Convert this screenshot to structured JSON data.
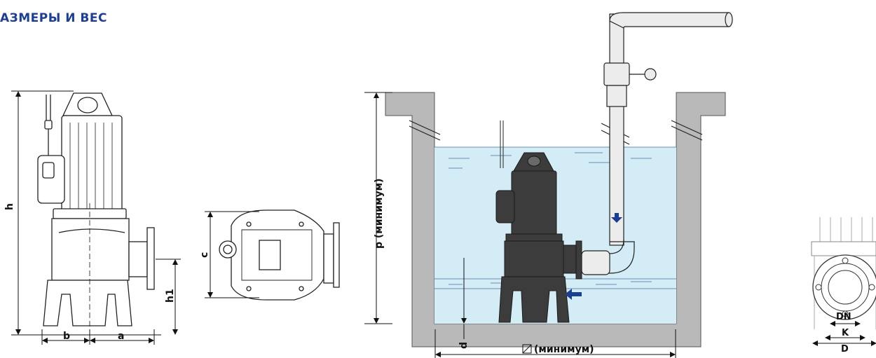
{
  "title": "АЗМЕРЫ И ВЕС",
  "dims": {
    "h": "h",
    "h1": "h1",
    "a": "a",
    "b": "b",
    "c": "c",
    "p": "p (минимум)",
    "d": "d",
    "square": "(минимум)",
    "dn": "DN",
    "k": "K",
    "D": "D"
  },
  "colors": {
    "title": "#1e3f91",
    "water": "#d4ecf6",
    "wall": "#b9b9b9",
    "pump_dark": "#3c3c3c",
    "arrow": "#1b3f8f"
  }
}
